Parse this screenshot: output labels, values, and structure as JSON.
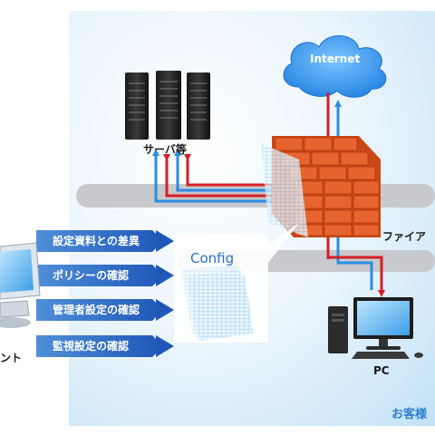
{
  "labels": {
    "internet": "Internet",
    "servers": "サーバ等",
    "firewall": "ファイア",
    "config": "Config",
    "pc": "PC",
    "customer": "お客様",
    "client_partial": "ント"
  },
  "checks": [
    "設定資料との差異",
    "ポリシーの確認",
    "管理者設定の確認",
    "監視設定の確認"
  ],
  "colors": {
    "panel": "#d6ecf9",
    "arrow_blue": "#2f6fc7",
    "line_red": "#d41f26",
    "line_blue": "#2a8de0",
    "brick": "#d9552a",
    "cloud": "#2f8fe6",
    "customer_text": "#2f7fd0"
  },
  "icons": [
    "cloud-icon",
    "server-icon",
    "firewall-icon",
    "pc-icon",
    "monitor-icon",
    "config-stack-icon"
  ]
}
